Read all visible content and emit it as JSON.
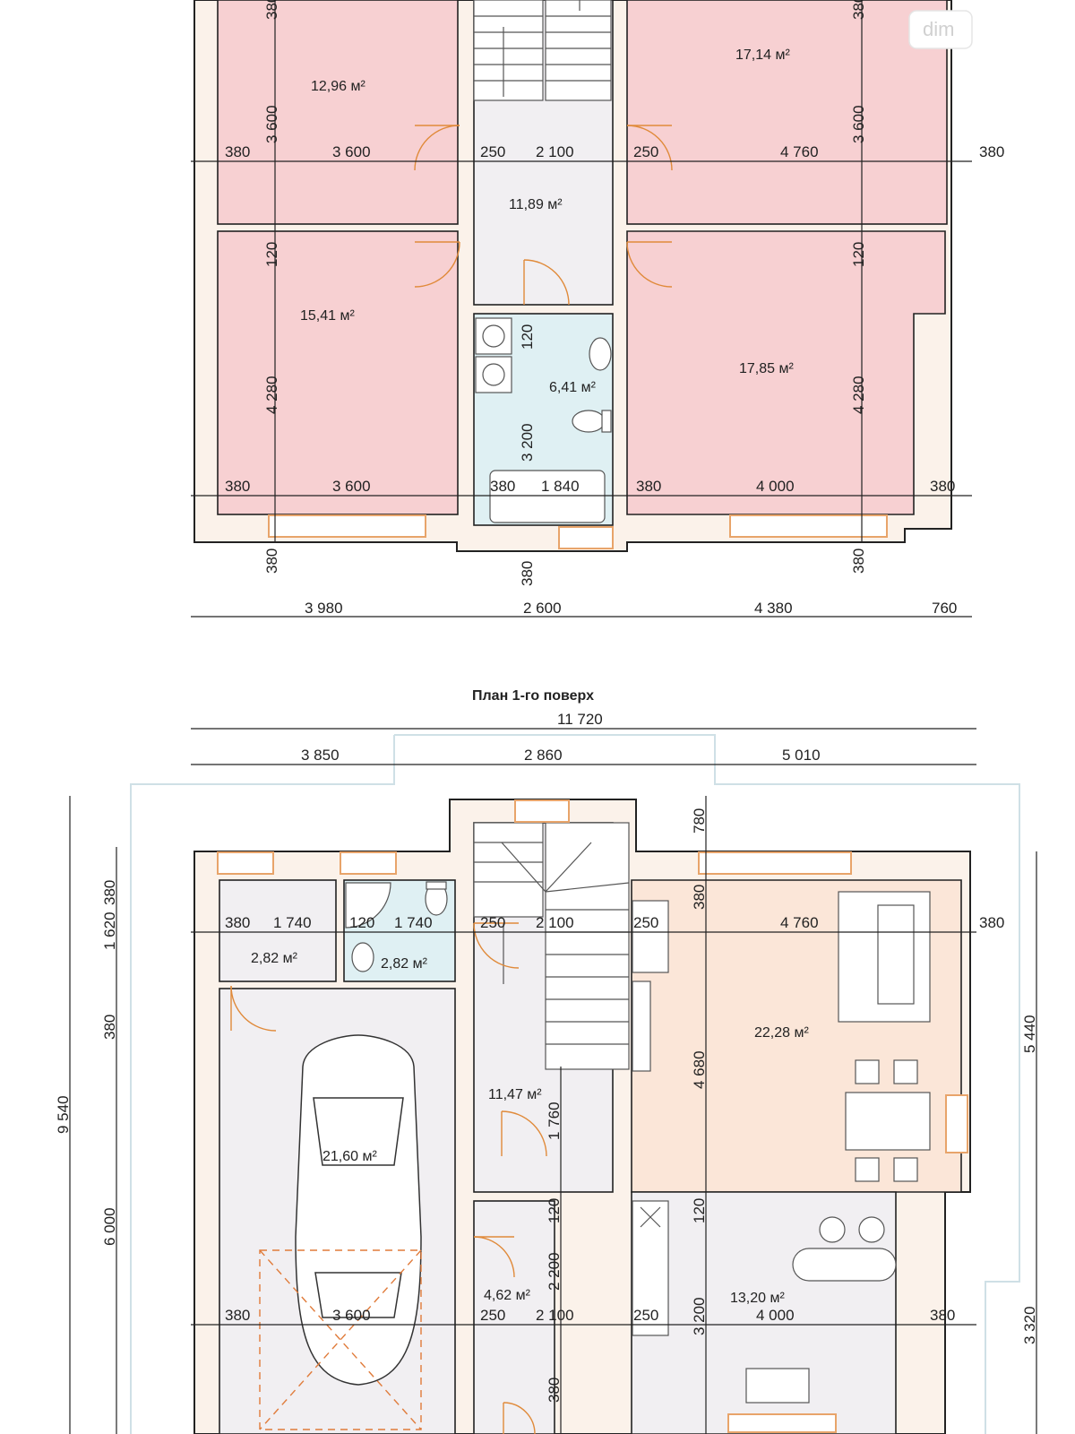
{
  "watermark": "dim",
  "colors": {
    "room_pink": "#f7d0d2",
    "room_gray": "#f1eff2",
    "room_living": "#fbe6d8",
    "room_bath": "#dff0f3",
    "wall_fill": "#fbf2ea",
    "wall_stroke": "#222222",
    "window": "#e8a46a",
    "dim_line": "#222222",
    "car_guide": "#e07b3a"
  },
  "second_floor": {
    "areas": [
      "12,96 м²",
      "17,14 м²",
      "11,89 м²",
      "15,41 м²",
      "6,41 м²",
      "17,85 м²"
    ],
    "dims": {
      "row1": [
        "380",
        "3 600",
        "250",
        "2 100",
        "250",
        "4 760",
        "380"
      ],
      "row2": [
        "380",
        "3 600",
        "380",
        "1 840",
        "380",
        "4 000",
        "380"
      ],
      "bottom": [
        "3 980",
        "2 600",
        "4 380",
        "760"
      ],
      "vertical": [
        "380",
        "3 600",
        "120",
        "4 280",
        "380",
        "3 600",
        "120",
        "4 280",
        "120",
        "3 200",
        "380",
        "380",
        "380"
      ]
    }
  },
  "first_floor": {
    "title": "План 1-го поверх",
    "total_width": "11 720",
    "top_dims": [
      "3 850",
      "2 860",
      "5 010"
    ],
    "areas": [
      "2,82 м²",
      "2,82 м²",
      "22,28 м²",
      "11,47 м²",
      "21,60 м²",
      "4,62 м²",
      "13,20 м²"
    ],
    "dims": {
      "row1": [
        "380",
        "1 740",
        "120",
        "1 740",
        "250",
        "2 100",
        "250",
        "4 760",
        "380"
      ],
      "row2": [
        "380",
        "3 600",
        "250",
        "2 100",
        "250",
        "4 000",
        "380"
      ],
      "vertical": [
        "9 540",
        "6 000",
        "1 620",
        "380",
        "380",
        "5 440",
        "3 320",
        "780",
        "380",
        "4 680",
        "120",
        "3 200",
        "1 760",
        "120",
        "2 200",
        "380"
      ]
    }
  }
}
